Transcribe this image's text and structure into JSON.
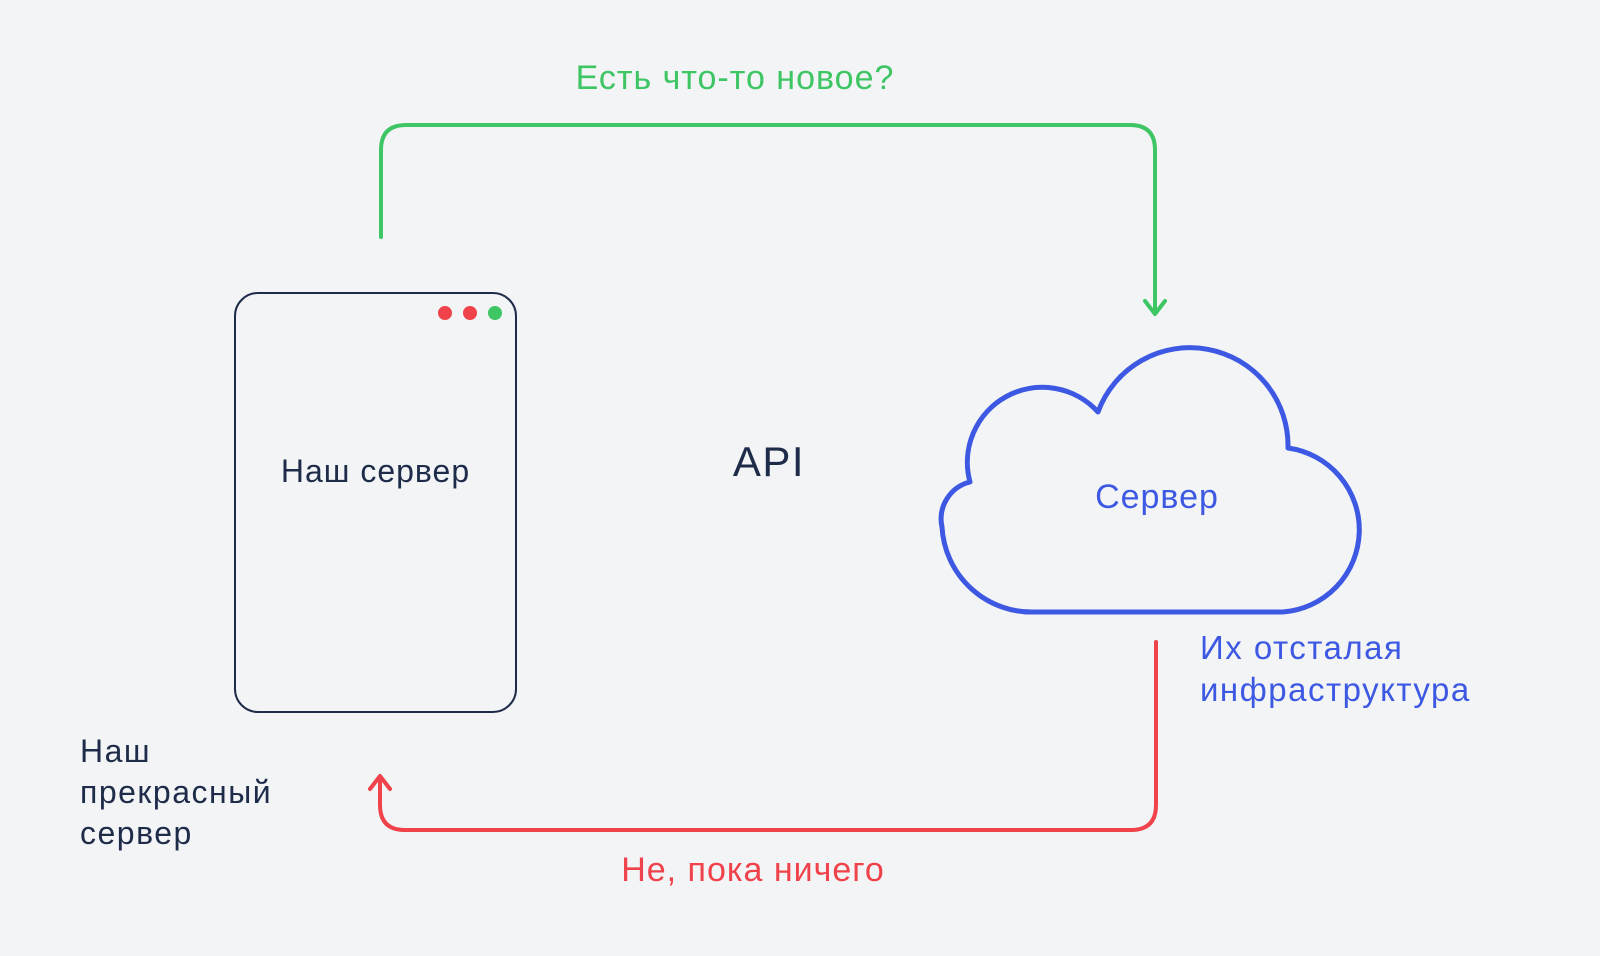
{
  "colors": {
    "background": "#f2f4f6",
    "ink": "#1e2b49",
    "green": "#3ec564",
    "red": "#f0424a",
    "blue": "#3d58e2"
  },
  "labels": {
    "question": "Есть что-то новое?",
    "answer": "Не, пока ничего",
    "api": "API",
    "our_server_title": "Наш сервер",
    "our_server_caption": "Наш прекрасный сервер",
    "cloud_title": "Сервер",
    "cloud_caption": "Их отсталая инфраструктура"
  },
  "window": {
    "dots": [
      "#f0424a",
      "#f0424a",
      "#3ec564"
    ]
  }
}
